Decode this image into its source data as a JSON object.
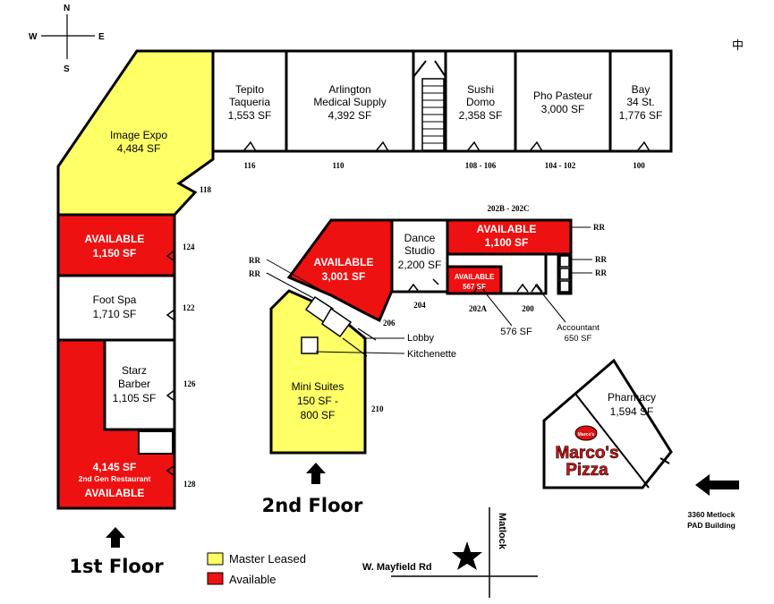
{
  "compass": {
    "n": "N",
    "s": "S",
    "e": "E",
    "w": "W"
  },
  "colors": {
    "master_leased": "#ffff66",
    "available": "#ee1111",
    "outline": "#000000"
  },
  "floor1": {
    "label": "1st Floor",
    "image_expo": {
      "name": "Image Expo",
      "sf": "4,484 SF",
      "num": "118"
    },
    "tepito": {
      "name1": "Tepito",
      "name2": "Taqueria",
      "sf": "1,553 SF",
      "num": "116"
    },
    "arlington": {
      "name1": "Arlington",
      "name2": "Medical Supply",
      "sf": "4,392 SF",
      "num": "110"
    },
    "sushi": {
      "name1": "Sushi",
      "name2": "Domo",
      "sf": "2,358 SF"
    },
    "pho": {
      "name": "Pho Pasteur",
      "sf": "3,000 SF"
    },
    "bay": {
      "name1": "Bay",
      "name2": "34 St.",
      "sf": "1,776 SF",
      "num": "100"
    },
    "num_108_106": "108 - 106",
    "num_104_102": "104 - 102",
    "avail_1150": {
      "status": "AVAILABLE",
      "sf": "1,150 SF",
      "num": "124"
    },
    "foot_spa": {
      "name": "Foot Spa",
      "sf": "1,710 SF",
      "num": "122"
    },
    "starz": {
      "name1": "Starz",
      "name2": "Barber",
      "sf": "1,105 SF",
      "num": "126"
    },
    "restaurant": {
      "sf": "4,145 SF",
      "desc": "2nd Gen Restaurant",
      "status": "AVAILABLE",
      "num": "128"
    }
  },
  "floor2": {
    "label": "2nd Floor",
    "avail_3001": {
      "status": "AVAILABLE",
      "sf": "3,001 SF"
    },
    "dance": {
      "name1": "Dance",
      "name2": "Studio",
      "sf": "2,200 SF",
      "num": "204"
    },
    "avail_1100": {
      "status": "AVAILABLE",
      "sf": "1,100 SF",
      "range": "202B - 202C"
    },
    "avail_567": {
      "status": "AVAILABLE",
      "sf": "567 SF"
    },
    "num_202a": "202A",
    "num_200": "200",
    "sf_576": "576 SF",
    "accountant": {
      "name": "Accountant",
      "sf": "650 SF"
    },
    "mini_suites": {
      "name": "Mini Suites",
      "sf1": "150 SF -",
      "sf2": "800 SF",
      "num": "210"
    },
    "num_206": "206",
    "lobby": "Lobby",
    "kitchenette": "Kitchenette",
    "rr": "RR"
  },
  "pad": {
    "pharmacy": {
      "name": "Pharmacy",
      "sf": "1,594 SF"
    },
    "marcos_line1": "Marco's",
    "marcos_line2": "Pizza",
    "marcos_badge": "Marco's",
    "address1": "3360 Metlock",
    "address2": "PAD Building"
  },
  "legend": {
    "master_leased": "Master Leased",
    "available": "Available"
  },
  "roads": {
    "mayfield": "W. Mayfield Rd",
    "matlock": "Matlock"
  },
  "corner_glyph": "中"
}
